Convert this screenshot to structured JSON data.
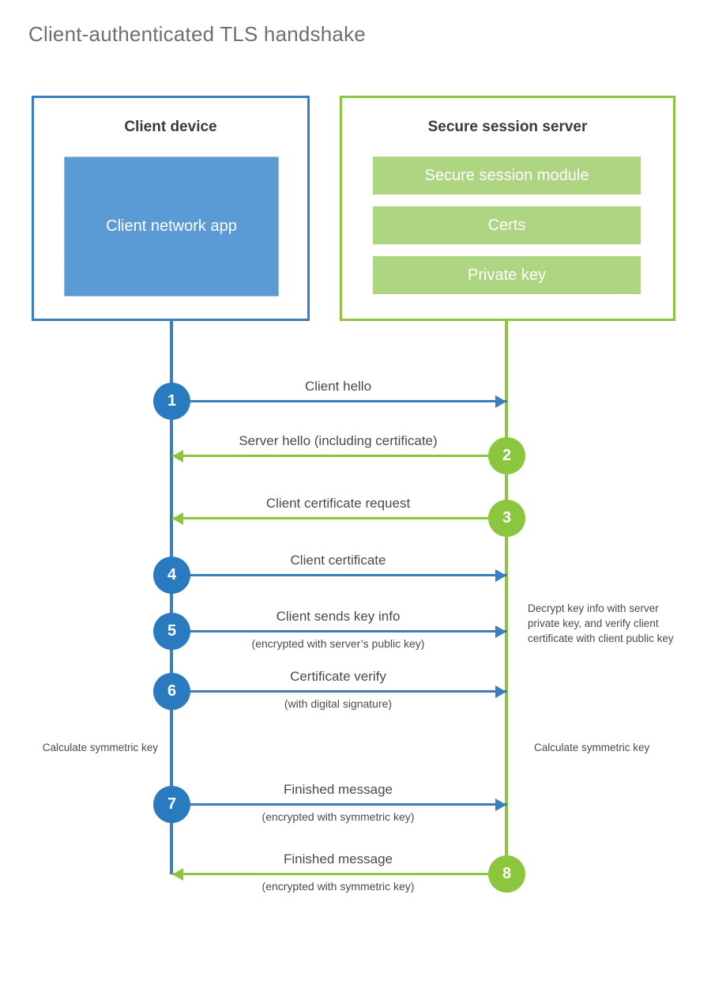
{
  "diagram": {
    "title": "Client-authenticated TLS handshake",
    "type": "sequence-diagram",
    "colors": {
      "client_blue": "#3b7ec0",
      "client_app_fill": "#5b9bd5",
      "server_green": "#8cc63f",
      "server_bar_fill": "#aed581",
      "step_blue": "#2a7ac0",
      "text_gray": "#4a4a4a",
      "title_gray": "#6f6f6f"
    }
  },
  "participants": {
    "client": {
      "title": "Client device",
      "inner_component": "Client network app"
    },
    "server": {
      "title": "Secure session server",
      "components": [
        "Secure session module",
        "Certs",
        "Private key"
      ]
    }
  },
  "messages": [
    {
      "step": "1",
      "label": "Client hello",
      "sublabel": "",
      "direction": "client-to-server",
      "color": "blue"
    },
    {
      "step": "2",
      "label": "Server hello (including certificate)",
      "sublabel": "",
      "direction": "server-to-client",
      "color": "green"
    },
    {
      "step": "3",
      "label": "Client certificate request",
      "sublabel": "",
      "direction": "server-to-client",
      "color": "green"
    },
    {
      "step": "4",
      "label": "Client certificate",
      "sublabel": "",
      "direction": "client-to-server",
      "color": "blue"
    },
    {
      "step": "5",
      "label": "Client sends key info",
      "sublabel": "(encrypted with server’s public key)",
      "direction": "client-to-server",
      "color": "blue"
    },
    {
      "step": "6",
      "label": "Certificate verify",
      "sublabel": "(with digital signature)",
      "direction": "client-to-server",
      "color": "blue"
    },
    {
      "step": "7",
      "label": "Finished message",
      "sublabel": "(encrypted with symmetric key)",
      "direction": "client-to-server",
      "color": "blue"
    },
    {
      "step": "8",
      "label": "Finished message",
      "sublabel": "(encrypted with symmetric key)",
      "direction": "server-to-client",
      "color": "green"
    }
  ],
  "annotations": {
    "server_decrypt": "Decrypt key info with server private key, and verify client certificate with client public key",
    "client_calculate": "Calculate symmetric key",
    "server_calculate": "Calculate symmetric key"
  }
}
